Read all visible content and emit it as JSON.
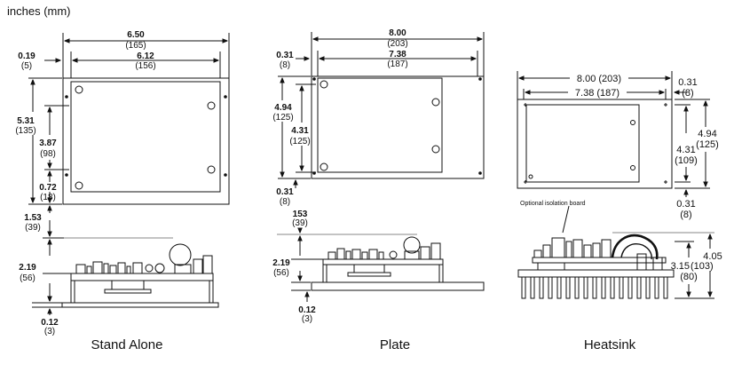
{
  "unit_label": "inches (mm)",
  "stand_alone": {
    "caption": "Stand Alone",
    "w_outer": "6.50",
    "w_outer_mm": "(165)",
    "w_inner": "6.12",
    "w_inner_mm": "(156)",
    "edge": "0.19",
    "edge_mm": "(5)",
    "h_total": "5.31",
    "h_total_mm": "(135)",
    "h_inner": "3.87",
    "h_inner_mm": "(98)",
    "h_low": "0.72",
    "h_low_mm": "(18)",
    "gap": "1.53",
    "gap_mm": "(39)",
    "side_h": "2.19",
    "side_h_mm": "(56)",
    "base": "0.12",
    "base_mm": "(3)"
  },
  "plate": {
    "caption": "Plate",
    "w_outer": "8.00",
    "w_outer_mm": "(203)",
    "w_inner": "7.38",
    "w_inner_mm": "(187)",
    "edge": "0.31",
    "edge_mm": "(8)",
    "h_total": "4.94",
    "h_total_mm": "(125)",
    "h_inner": "4.31",
    "h_inner_mm": "(125)",
    "h_low": "0.31",
    "h_low_mm": "(8)",
    "gap": "153",
    "gap_mm": "(39)",
    "side_h": "2.19",
    "side_h_mm": "(56)",
    "base": "0.12",
    "base_mm": "(3)"
  },
  "heatsink": {
    "caption": "Heatsink",
    "w_outer": "8.00 (203)",
    "w_inner": "7.38 (187)",
    "edge": "0.31",
    "edge_mm": "(8)",
    "h_total": "4.94",
    "h_total_mm": "(125)",
    "h_inner": "4.31",
    "h_inner_mm": "(109)",
    "h_low": "0.31",
    "h_low_mm": "(8)",
    "note": "Optional isolation board",
    "side_total": "4.05",
    "side_total_mm": "(103)",
    "side_h": "3.15",
    "side_h_mm": "(103)",
    "side_h2_mm": "(80)"
  }
}
